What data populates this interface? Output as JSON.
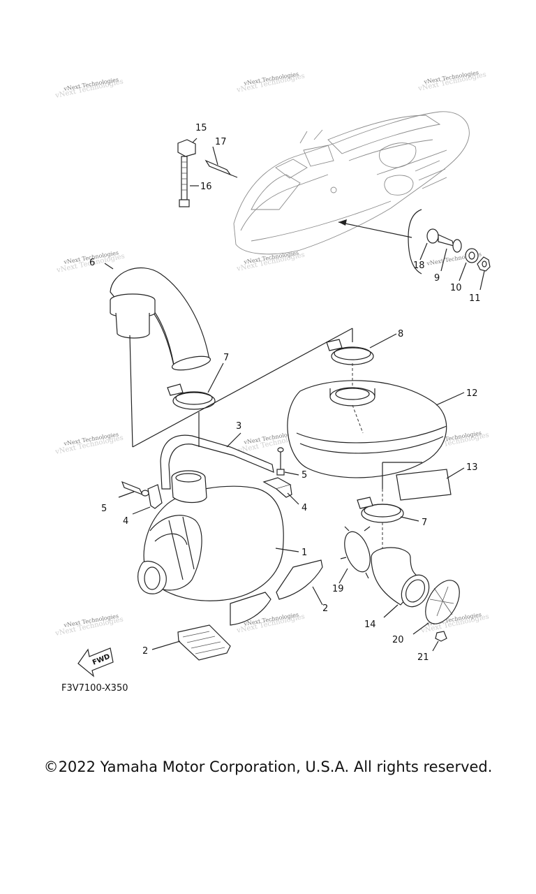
{
  "watermark": "vNext Technologies",
  "diagram_code": "F3V7100-X350",
  "fwd_label": "FWD",
  "copyright": "©2022 Yamaha Motor Corporation, U.S.A. All rights reserved.",
  "callouts": {
    "c1": "1",
    "c2a": "2",
    "c2b": "2",
    "c3": "3",
    "c4a": "4",
    "c4b": "4",
    "c5a": "5",
    "c5b": "5",
    "c6": "6",
    "c7a": "7",
    "c7b": "7",
    "c8": "8",
    "c9": "9",
    "c10": "10",
    "c11": "11",
    "c12": "12",
    "c13": "13",
    "c14": "14",
    "c15": "15",
    "c16": "16",
    "c17": "17",
    "c18": "18",
    "c19": "19",
    "c20": "20",
    "c21": "21"
  }
}
